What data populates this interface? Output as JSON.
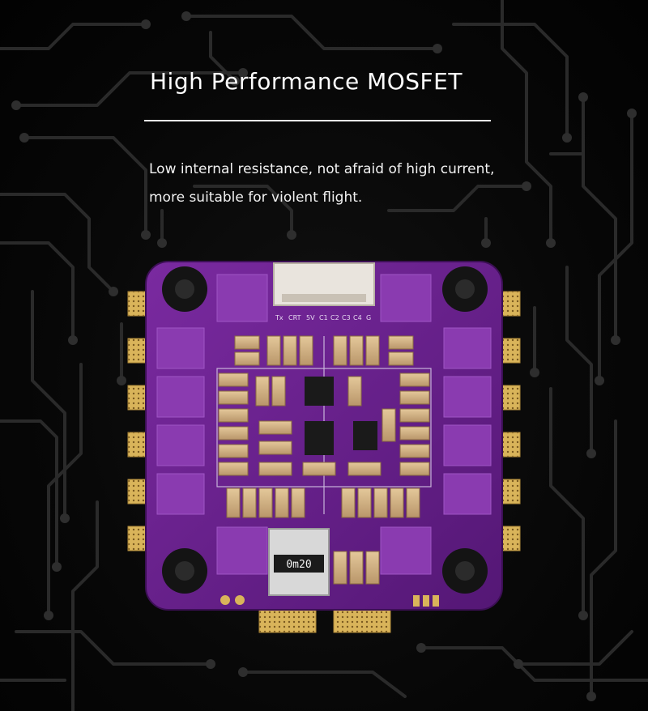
{
  "heading": {
    "title": "High Performance MOSFET",
    "description_lines": [
      "Low internal resistance, not afraid of high current,",
      "more suitable for violent flight."
    ]
  },
  "board": {
    "resistor_marking": "0m20",
    "silkscreen_labels": [
      "Tx",
      "CRT",
      "5V",
      "C1",
      "C2",
      "C3",
      "C4",
      "G"
    ],
    "pcb_color": "#6a1f8a",
    "pad_color": "#d9b45a"
  }
}
